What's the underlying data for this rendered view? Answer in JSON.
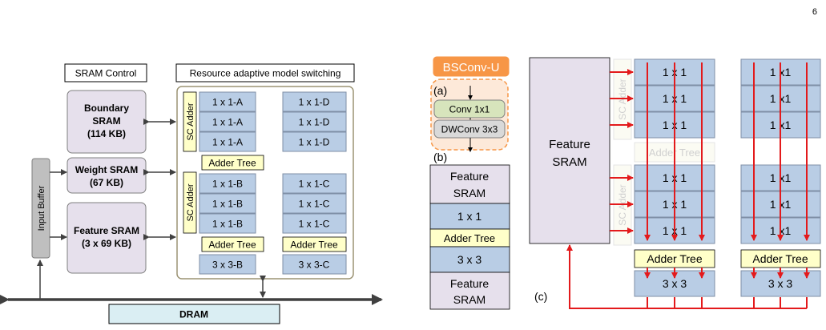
{
  "page": {
    "number": "6"
  },
  "left": {
    "sram_control": "SRAM Control",
    "ramswitch_title": "Resource adaptive model switching",
    "boundary": {
      "line1": "Boundary",
      "line2": "SRAM",
      "line3": "(114 KB)"
    },
    "weight": {
      "line1": "Weight SRAM",
      "line2": "(67 KB)"
    },
    "feature": {
      "line1": "Feature SRAM",
      "line2": "(3 x 69 KB)"
    },
    "input_buffer": "Input Buffer",
    "dram": "DRAM",
    "sc_adder": "SC Adder",
    "adder_tree": "Adder Tree",
    "col_a": [
      "1 x 1-A",
      "1 x 1-A",
      "1 x 1-A"
    ],
    "col_d": [
      "1 x 1-D",
      "1 x 1-D",
      "1 x 1-D"
    ],
    "col_b": [
      "1 x 1-B",
      "1 x 1-B",
      "1 x 1-B"
    ],
    "col_c": [
      "1 x 1-C",
      "1 x 1-C",
      "1 x 1-C"
    ],
    "conv_b": "3 x 3-B",
    "conv_c": "3 x 3-C"
  },
  "middle": {
    "title": "BSConv-U",
    "label_a": "(a)",
    "label_b": "(b)",
    "conv1": "Conv 1x1",
    "dwconv": "DWConv 3x3",
    "stack": {
      "feature_top_1": "Feature",
      "feature_top_2": "SRAM",
      "conv1x1": "1 x 1",
      "adder_tree": "Adder Tree",
      "conv3x3": "3 x 3",
      "feature_bot_1": "Feature",
      "feature_bot_2": "SRAM"
    }
  },
  "right": {
    "feature_1": "Feature",
    "feature_2": "SRAM",
    "label_c": "(c)",
    "sc_adder": "SC Adder",
    "adder_tree_faded": "Adder Tree",
    "cell": "1 x 1",
    "cell_alt": "1 x1",
    "adder_tree": "Adder Tree",
    "conv3x3": "3 x 3"
  },
  "colors": {
    "blue_cell": "#b9cde5",
    "cell_border": "#7f8fa6",
    "yellow": "#ffffc9",
    "lavender": "#e6e0ec",
    "dram": "#daeef3",
    "orange": "#f79646",
    "orange_light": "#fde9d9",
    "green": "#d7e4bc",
    "red": "#e31a1c",
    "gray": "#bfbfbf"
  }
}
